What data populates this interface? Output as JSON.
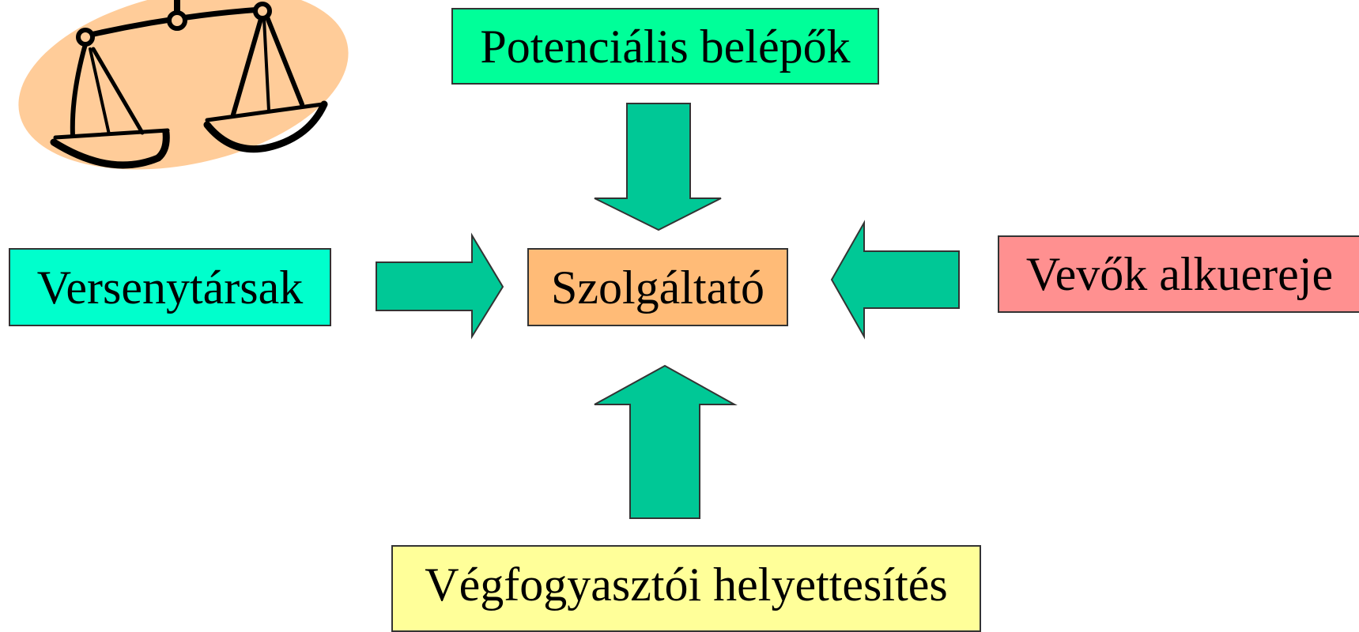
{
  "boxes": {
    "top": {
      "label": "Potenciális belépők",
      "color": "#00FF99"
    },
    "left": {
      "label": "Versenytársak",
      "color": "#00FFCC"
    },
    "center": {
      "label": "Szolgáltató",
      "color": "#FFBB77"
    },
    "right": {
      "label": "Vevők alkuereje",
      "color": "#FF9090"
    },
    "bottom": {
      "label": "Végfogyasztói helyettesítés",
      "color": "#FFFF99"
    }
  },
  "arrow_color": "#00C896",
  "clipart": {
    "icon": "balance-scale-icon",
    "background_color": "#FFCC99"
  }
}
